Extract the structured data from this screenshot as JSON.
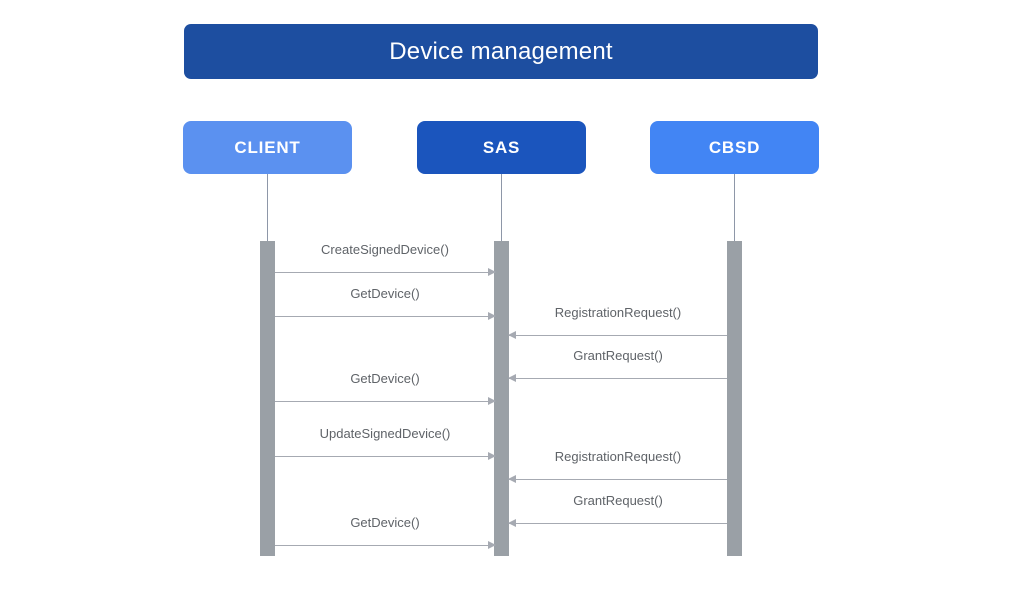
{
  "diagram": {
    "type": "sequence-diagram",
    "title": "Device management",
    "colors": {
      "title_banner": "#1d4ea0",
      "client_box": "#5b91f0",
      "sas_box": "#1b55bd",
      "cbsd_box": "#4285f4",
      "activation_bar": "#9aa0a6",
      "lifeline": "#8e97a8",
      "message_line": "#a6aab2",
      "message_label": "#5f6368",
      "background": "#ffffff"
    },
    "participants": [
      {
        "id": "client",
        "label": "CLIENT"
      },
      {
        "id": "sas",
        "label": "SAS"
      },
      {
        "id": "cbsd",
        "label": "CBSD"
      }
    ],
    "messages": [
      {
        "index": 1,
        "label": "CreateSignedDevice()",
        "from": "client",
        "to": "sas",
        "direction": "right"
      },
      {
        "index": 2,
        "label": "GetDevice()",
        "from": "client",
        "to": "sas",
        "direction": "right"
      },
      {
        "index": 3,
        "label": "RegistrationRequest()",
        "from": "cbsd",
        "to": "sas",
        "direction": "left"
      },
      {
        "index": 4,
        "label": "GrantRequest()",
        "from": "cbsd",
        "to": "sas",
        "direction": "left"
      },
      {
        "index": 5,
        "label": "GetDevice()",
        "from": "client",
        "to": "sas",
        "direction": "right"
      },
      {
        "index": 6,
        "label": "UpdateSignedDevice()",
        "from": "client",
        "to": "sas",
        "direction": "right"
      },
      {
        "index": 7,
        "label": "RegistrationRequest()",
        "from": "cbsd",
        "to": "sas",
        "direction": "left"
      },
      {
        "index": 8,
        "label": "GrantRequest()",
        "from": "cbsd",
        "to": "sas",
        "direction": "left"
      },
      {
        "index": 9,
        "label": "GetDevice()",
        "from": "client",
        "to": "sas",
        "direction": "right"
      }
    ]
  }
}
